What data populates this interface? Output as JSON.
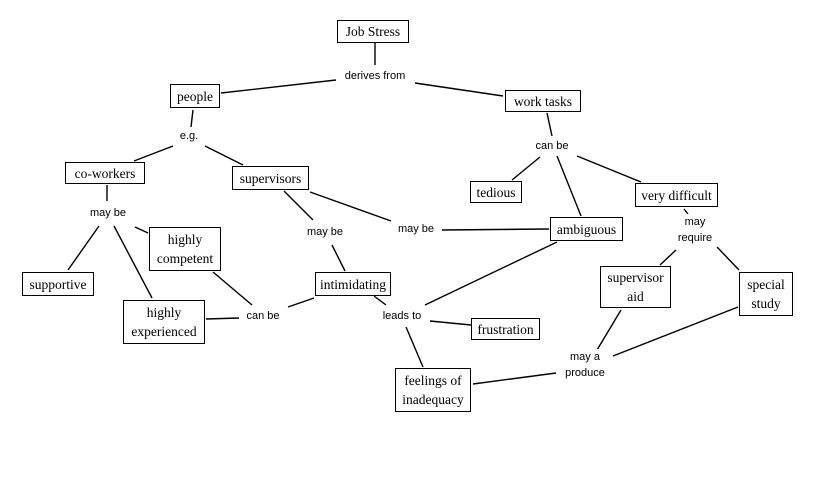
{
  "concepts": {
    "job_stress": "Job Stress",
    "people": "people",
    "work_tasks": "work tasks",
    "co_workers": "co-workers",
    "supervisors": "supervisors",
    "tedious": "tedious",
    "very_difficult": "very difficult",
    "ambiguous": "ambiguous",
    "highly_competent_1": "highly",
    "highly_competent_2": "competent",
    "supportive": "supportive",
    "intimidating": "intimidating",
    "supervisor_aid_1": "supervisor",
    "supervisor_aid_2": "aid",
    "special_study_1": "special",
    "special_study_2": "study",
    "highly_experienced_1": "highly",
    "highly_experienced_2": "experienced",
    "frustration": "frustration",
    "feelings_1": "feelings of",
    "feelings_2": "inadequacy"
  },
  "links": {
    "derives_from": "derives from",
    "eg": "e.g.",
    "can_be_tasks": "can be",
    "may_be_coworkers": "may be",
    "may_be_supervisors": "may be",
    "may_be_ambiguous": "may be",
    "may_require_1": "may",
    "may_require_2": "require",
    "can_be_intimidating": "can be",
    "leads_to": "leads to",
    "may_produce_1": "may a",
    "may_produce_2": "produce"
  }
}
